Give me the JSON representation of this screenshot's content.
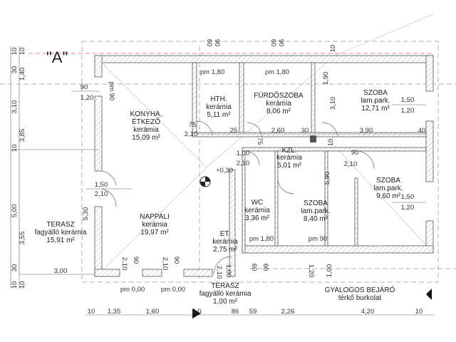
{
  "title": "\"A\"",
  "rooms": {
    "konyha": {
      "l1": "KONYHA,",
      "l2": "ÉTKEZŐ",
      "floor": "kerámia",
      "area": "15,09 m²"
    },
    "hth": {
      "l1": "HTH.",
      "floor": "kerámia",
      "area": "5,11 m²"
    },
    "furdo": {
      "l1": "FÜRDŐSZOBA",
      "floor": "kerámia",
      "area": "8,06 m²"
    },
    "szoba1": {
      "l1": "SZOBA",
      "floor": "lam.park.",
      "area": "12,71 m²"
    },
    "kzl": {
      "l1": "KZL.",
      "floor": "kerámia",
      "area": "5,01 m²"
    },
    "wc": {
      "l1": "WC",
      "floor": "kerámia",
      "area": "3,36 m²"
    },
    "szoba2": {
      "l1": "SZOBA",
      "floor": "lam.park.",
      "area": "8,40 m²"
    },
    "szoba3": {
      "l1": "SZOBA",
      "floor": "lam.park.",
      "area": "9,60 m²"
    },
    "nappali": {
      "l1": "NAPPALI",
      "floor": "kerámia",
      "area": "19,97 m²"
    },
    "et": {
      "l1": "ET.",
      "floor": "kerámia",
      "area": "2,75 m²"
    },
    "terasz1": {
      "l1": "TERASZ",
      "floor": "fagyálló kerámia",
      "area": "15,91 m²"
    },
    "terasz2": {
      "l1": "TERASZ",
      "floor": "fagyálló kerámia",
      "area": "1,00 m²"
    },
    "bejaro": {
      "l1": "GYALOGOS BEJÁRÓ",
      "floor": "térkő burkolat"
    }
  },
  "levels": {
    "pm_hth": "pm 1,80",
    "pm_furdo": "pm 1,80",
    "pm_konyha": "pm 90",
    "pm_wc": "pm 1,80",
    "pm_szoba2": "pm 90",
    "pm_nap1": "pm 0,00",
    "pm_nap2": "pm 0,00",
    "elev": "+0,30"
  },
  "dims": {
    "left": [
      "10",
      "10",
      "30",
      "1,40",
      "3,10",
      "3,85",
      "10",
      "5,00",
      "3,55",
      "30",
      "10",
      "10",
      "5,30"
    ],
    "left_open": [
      "90",
      "1,20",
      "1,50",
      "2,10",
      "3,00"
    ],
    "bottom": [
      "10",
      "1,35",
      "1,60",
      "2,0",
      "86",
      "59",
      "2,26",
      "4,20",
      "10"
    ],
    "top": [
      "60",
      "90",
      "60",
      "90",
      "10"
    ],
    "interior": [
      "75",
      "2,10",
      "25",
      "2,60",
      "30",
      "3,90",
      "40",
      "1,50",
      "1,20",
      "1,90",
      "3,10",
      "1,00",
      "2,10",
      "90",
      "2,10",
      "5,90",
      "1,50",
      "1,20",
      "2,10",
      "90",
      "2,10",
      "90",
      "1,20",
      "1,00",
      "60",
      "60",
      "75",
      "2,10",
      "1,00",
      "10"
    ]
  },
  "colors": {
    "wall_hatch": "#888888",
    "axis_line": "#e06060"
  }
}
